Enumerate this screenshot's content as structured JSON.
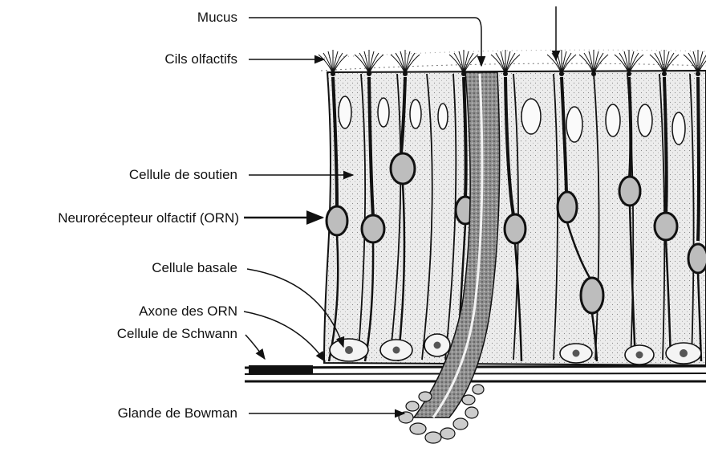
{
  "labels": {
    "mucus": "Mucus",
    "cils": "Cils olfactifs",
    "soutien": "Cellule de soutien",
    "orn": "Neurorécepteur olfactif (ORN)",
    "basale": "Cellule basale",
    "axone": "Axone des ORN",
    "schwann": "Cellule de Schwann",
    "bowman": "Glande de Bowman"
  },
  "colors": {
    "ink": "#111111",
    "cell_fill": "#e9e9e9",
    "gland_fill": "#9a9a9a",
    "background": "#ffffff"
  }
}
